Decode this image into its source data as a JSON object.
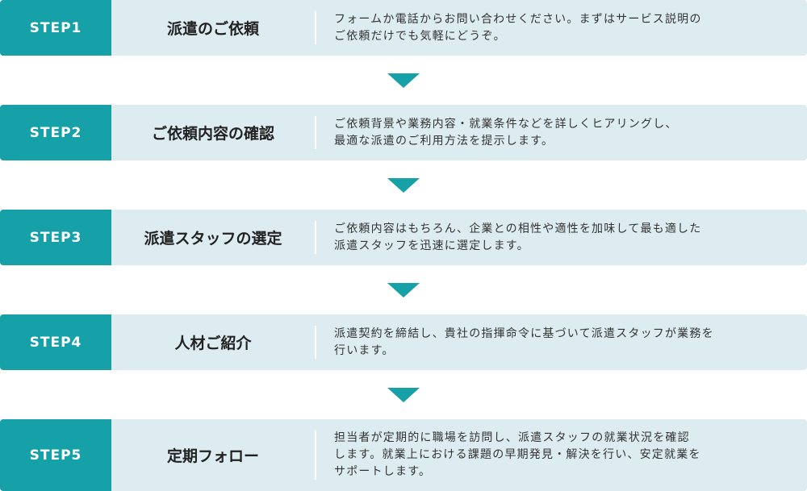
{
  "steps": [
    {
      "label": "STEP1",
      "title": "派遣のご依頼",
      "description": "フォームか電話からお問い合わせください。まずはサービス説明の\nご依頼だけでも気軽にどうぞ。"
    },
    {
      "label": "STEP2",
      "title": "ご依頼内容の確認",
      "description": "ご依頼背景や業務内容・就業条件などを詳しくヒアリングし、\n最適な派遣のご利用方法を提示します。"
    },
    {
      "label": "STEP3",
      "title": "派遣スタッフの選定",
      "description": "ご依頼内容はもちろん、企業との相性や適性を加味して最も適した\n派遣スタッフを迅速に選定します。"
    },
    {
      "label": "STEP4",
      "title": "人材ご紹介",
      "description": "派遣契約を締結し、貴社の指揮命令に基づいて派遣スタッフが業務を\n行います。"
    },
    {
      "label": "STEP5",
      "title": "定期フォロー",
      "description": "担当者が定期的に職場を訪問し、派遣スタッフの就業状況を確認\nします。就業上における課題の早期発見・解決を行い、安定就業を\nサポートします。"
    }
  ],
  "colors": {
    "accent": "#16a0a8",
    "row_background": "#dcecf0"
  }
}
